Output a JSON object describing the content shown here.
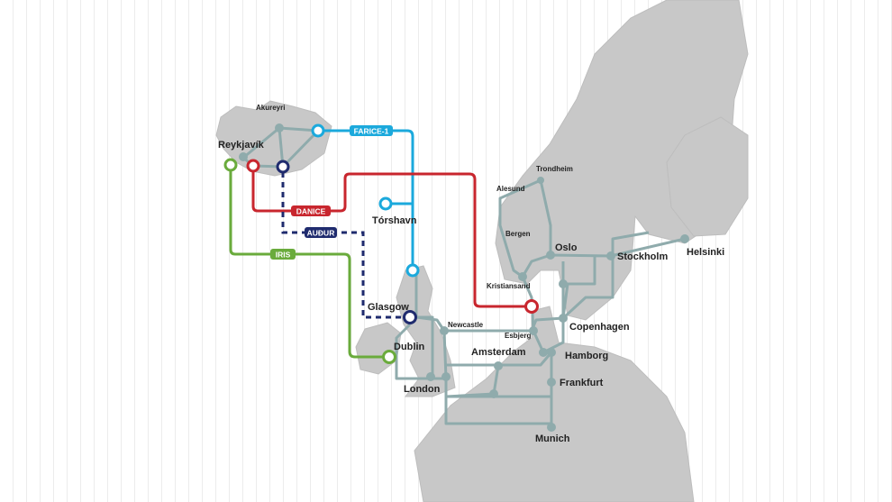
{
  "colors": {
    "farice": "#1ba9dc",
    "danice": "#c8262e",
    "audur": "#1f2b6e",
    "iris": "#6aab3c",
    "terrestrial": "#8fabac",
    "land": "#c8c8c8"
  },
  "cables": {
    "farice": "FARICE-1",
    "danice": "DANICE",
    "audur": "AUÐUR",
    "iris": "IRIS"
  },
  "cities": {
    "akureyri": "Akureyri",
    "reykjavik": "Reykjavík",
    "torshavn": "Tórshavn",
    "glasgow": "Glasgow",
    "dublin": "Dublin",
    "newcastle": "Newcastle",
    "london": "London",
    "amsterdam": "Amsterdam",
    "esbjerg": "Esbjerg",
    "copenhagen": "Copenhagen",
    "hamborg": "Hamborg",
    "frankfurt": "Frankfurt",
    "munich": "Munich",
    "kristiansand": "Kristiansand",
    "oslo": "Oslo",
    "stockholm": "Stockholm",
    "helsinki": "Helsinki",
    "trondheim": "Trondheim",
    "alesund": "Alesund",
    "bergen": "Bergen"
  }
}
